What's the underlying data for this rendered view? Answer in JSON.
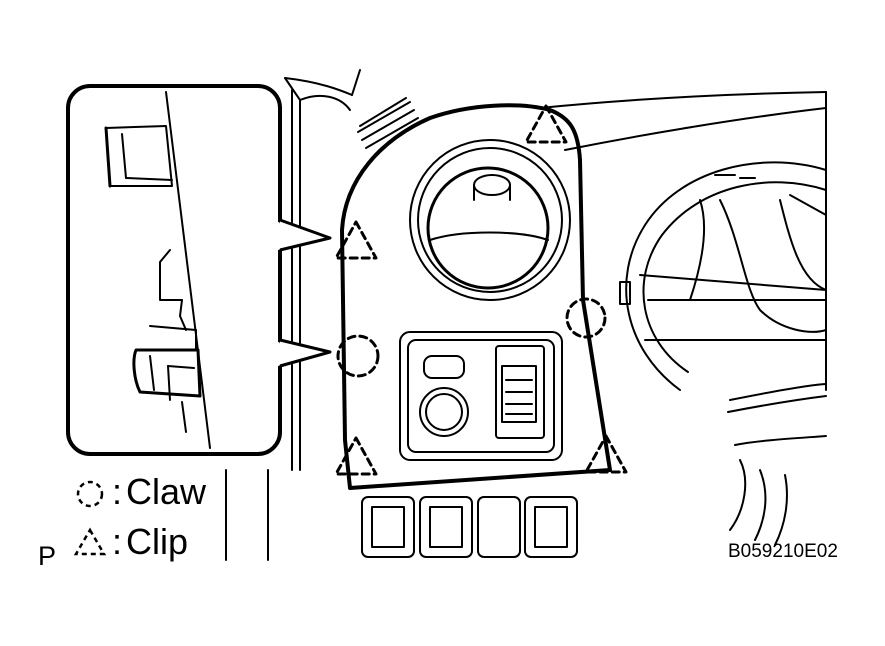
{
  "legend": {
    "claw_label": "Claw",
    "clip_label": "Clip",
    "separator": ":"
  },
  "figure": {
    "reference_code": "B059210E02",
    "page_marker": "P"
  },
  "icons": {
    "claw": "dashed-circle-icon",
    "clip": "dashed-triangle-icon"
  },
  "colors": {
    "ink": "#000000",
    "background": "#ffffff"
  }
}
